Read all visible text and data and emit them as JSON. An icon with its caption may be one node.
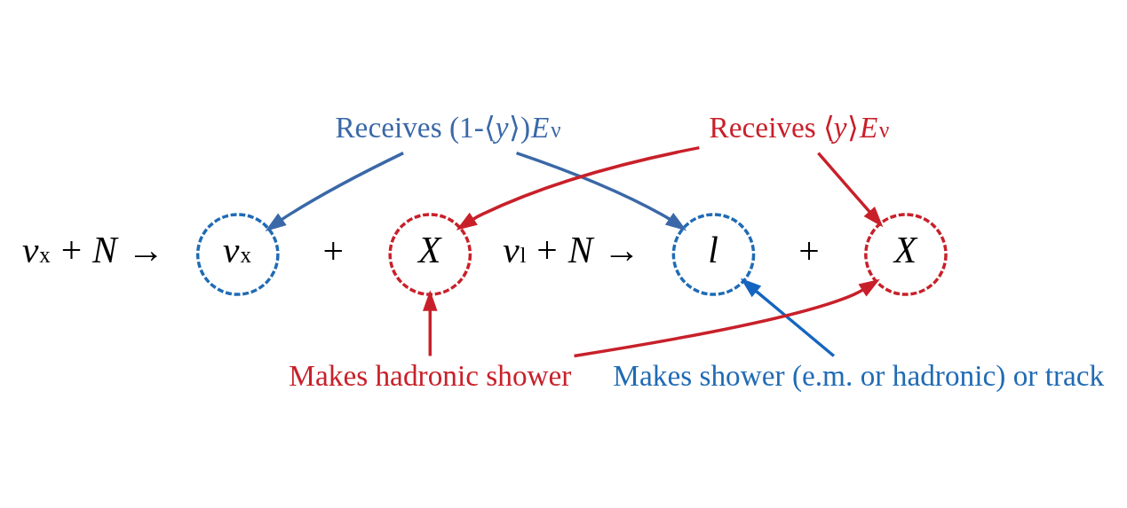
{
  "diagram": {
    "nodes": [
      {
        "text": [
          "Receives (1-⟨*y*⟩)*E*$_{ν}$"
        ]
      },
      {
        "text": [
          "Receives ⟨*y*⟩*E*$_{ν}$"
        ]
      },
      {
        "text": [
          "*ν*$_{x}$"
        ]
      },
      {
        "text": [
          "*X*"
        ]
      },
      {
        "text": [
          "*l*"
        ]
      },
      {
        "text": [
          "*X*"
        ]
      },
      {
        "text": [
          "Makes shower (e.m. or hadronic) or track"
        ]
      },
      {
        "text": [
          "Makes hadronic shower"
        ]
      }
    ],
    "edges": [
      {
        "from": 0,
        "to": 2,
        "arrow": "to",
        "color": "#3a68a8"
      },
      {
        "from": 0,
        "to": 4,
        "arrow": "to",
        "color": "#3a68a8"
      },
      {
        "from": 1,
        "to": 3,
        "arrow": "to"
      },
      {
        "from": 1,
        "to": 5,
        "arrow": "to"
      },
      {
        "from": 6,
        "to": 4,
        "arrow": "to",
        "color": "#1565c0"
      },
      {
        "from": 7,
        "to": 3,
        "arrow": "to"
      },
      {
        "from": 7,
        "to": 5,
        "arrow": "to"
      }
    ],
    "labels": [
      "*ν*$_{x}$ + *N* →",
      "+",
      "*ν*$_{l}$ + *N* →",
      "+"
    ]
  }
}
